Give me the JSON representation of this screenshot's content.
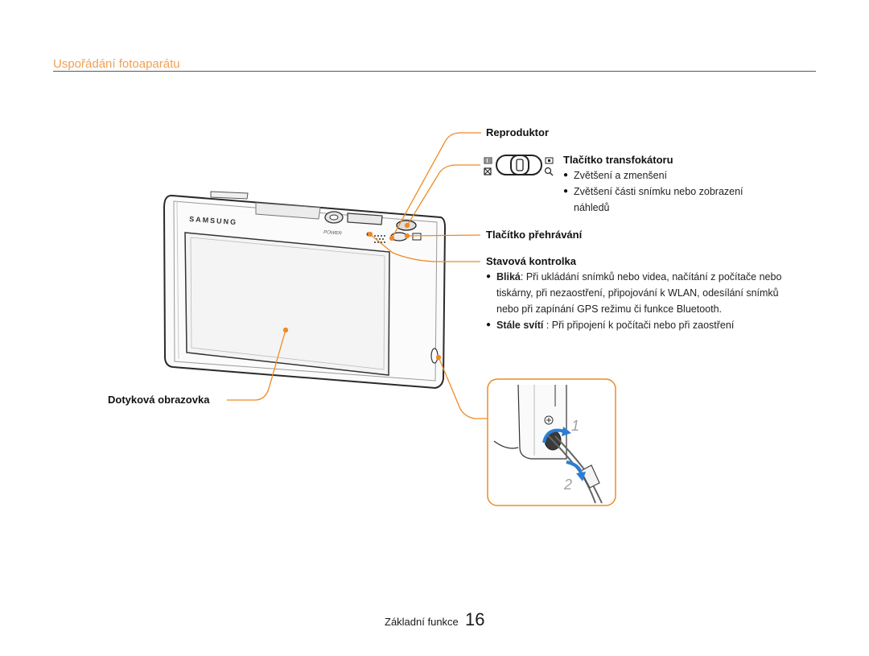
{
  "header": {
    "section_title": "Uspořádání fotoaparátu"
  },
  "camera": {
    "brand": "SAMSUNG",
    "power_label": "POWER"
  },
  "callouts": {
    "speaker": {
      "label": "Reproduktor"
    },
    "zoom": {
      "label": "Tlačítko transfokátoru",
      "items": [
        "Zvětšení a zmenšení",
        "Zvětšení části snímku nebo zobrazení náhledů"
      ]
    },
    "playback": {
      "label": "Tlačítko přehrávání"
    },
    "status_lamp": {
      "label": "Stavová kontrolka",
      "items": [
        {
          "term": "Bliká",
          "text": ": Při ukládání snímků nebo videa, načítání z počítače nebo tiskárny, při nezaostření, připojování k WLAN, odesílání snímků nebo při zapínání GPS režimu či funkce Bluetooth."
        },
        {
          "term": "Stále svítí",
          "text": " : Při připojení k počítači nebo při zaostření"
        }
      ]
    },
    "touch_screen": {
      "label": "Dotyková obrazovka"
    }
  },
  "strap_steps": [
    "1",
    "2"
  ],
  "footer": {
    "section": "Základní funkce",
    "page": "16"
  },
  "colors": {
    "accent": "#f0a055",
    "callout_line": "#f08a24",
    "arrow_blue": "#2a7fd4"
  }
}
